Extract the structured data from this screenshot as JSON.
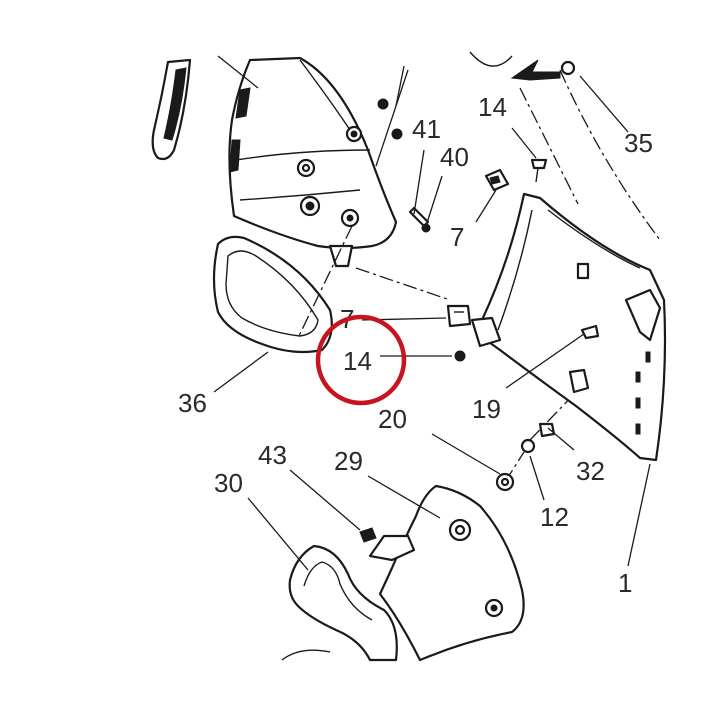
{
  "callouts": [
    "14",
    "35",
    "41",
    "40",
    "7",
    "7",
    "14",
    "36",
    "19",
    "20",
    "32",
    "12",
    "43",
    "29",
    "30",
    "1"
  ],
  "highlight": {
    "label": "14",
    "color": "#c8141e"
  },
  "colors": {
    "line": "#1a1a1a",
    "background": "#ffffff"
  }
}
